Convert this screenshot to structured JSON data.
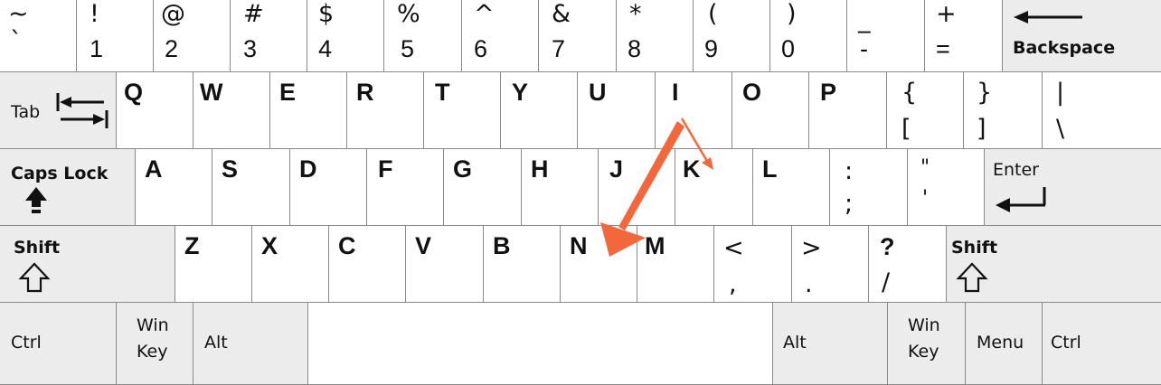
{
  "keyboard": {
    "rows": {
      "number": [
        {
          "upper": "~",
          "lower": "`"
        },
        {
          "upper": "!",
          "lower": "1"
        },
        {
          "upper": "@",
          "lower": "2"
        },
        {
          "upper": "#",
          "lower": "3"
        },
        {
          "upper": "$",
          "lower": "4"
        },
        {
          "upper": "%",
          "lower": "5"
        },
        {
          "upper": "^",
          "lower": "6"
        },
        {
          "upper": "&",
          "lower": "7"
        },
        {
          "upper": "*",
          "lower": "8"
        },
        {
          "upper": "(",
          "lower": "9"
        },
        {
          "upper": ")",
          "lower": "0"
        },
        {
          "upper": "_",
          "lower": "-"
        },
        {
          "upper": "+",
          "lower": "="
        }
      ],
      "qwerty": [
        "Q",
        "W",
        "E",
        "R",
        "T",
        "Y",
        "U",
        "I",
        "O",
        "P"
      ],
      "qwerty_symbols": [
        {
          "upper": "{",
          "lower": "["
        },
        {
          "upper": "}",
          "lower": "]"
        },
        {
          "upper": "|",
          "lower": "\\"
        }
      ],
      "home": [
        "A",
        "S",
        "D",
        "F",
        "G",
        "H",
        "J",
        "K",
        "L"
      ],
      "home_symbols": [
        {
          "upper": ":",
          "lower": ";"
        },
        {
          "upper": "\"",
          "lower": "'"
        }
      ],
      "bottom": [
        "Z",
        "X",
        "C",
        "V",
        "B",
        "N",
        "M"
      ],
      "bottom_symbols": [
        {
          "upper": "<",
          "lower": ","
        },
        {
          "upper": ">",
          "lower": "."
        },
        {
          "upper": "?",
          "lower": "/"
        }
      ]
    },
    "modifiers": {
      "backspace": "Backspace",
      "tab": "Tab",
      "caps_lock": "Caps Lock",
      "enter": "Enter",
      "shift_left": "Shift",
      "shift_right": "Shift",
      "ctrl_left": "Ctrl",
      "win_left_line1": "Win",
      "win_left_line2": "Key",
      "alt_left": "Alt",
      "alt_right": "Alt",
      "win_right_line1": "Win",
      "win_right_line2": "Key",
      "menu": "Menu",
      "ctrl_right": "Ctrl"
    },
    "icons": {
      "backspace": "left-arrow-icon",
      "tab": "tab-arrows-icon",
      "caps_lock": "caps-lock-arrow-icon",
      "enter": "enter-return-icon",
      "shift": "shift-outline-arrow-icon"
    },
    "colors": {
      "key_fill": "#ffffff",
      "modifier_fill": "#ececec",
      "key_border": "#8a8a8a",
      "text": "#111111",
      "annotation_arrow": "#f2683c"
    }
  },
  "annotation": {
    "arrow_icon": "annotation-arrow-icon"
  }
}
